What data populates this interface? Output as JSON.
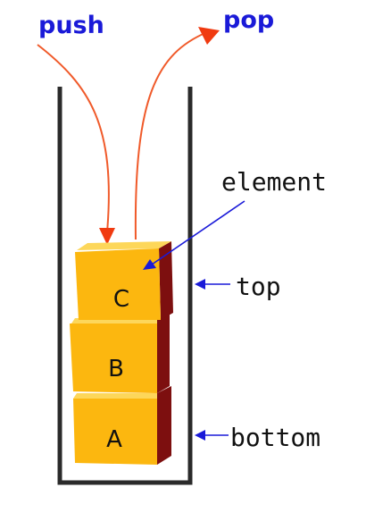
{
  "labels": {
    "push": "push",
    "pop": "pop",
    "element": "element",
    "top": "top",
    "bottom": "bottom"
  },
  "stack": [
    {
      "label": "C",
      "position": "top"
    },
    {
      "label": "B",
      "position": "middle"
    },
    {
      "label": "A",
      "position": "bottom"
    }
  ],
  "colors": {
    "op_arrow": "#f05a2a",
    "op_arrowhead": "#f03a10",
    "pointer_arrow": "#1a1ad8",
    "container": "#2a2a2a",
    "box_face": "#fcb70f",
    "box_top": "#fdd75a",
    "box_side": "#7d0f0f"
  }
}
